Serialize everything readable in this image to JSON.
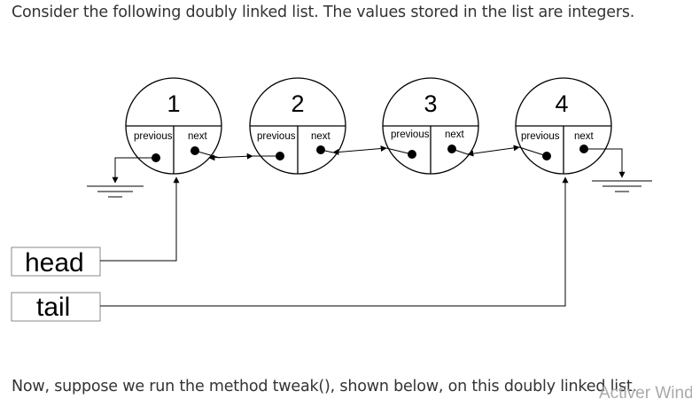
{
  "intro_text": "Consider the following doubly linked list. The values stored in the list are integers.",
  "outro_text": "Now, suppose we run the method tweak(), shown below, on this doubly linked list.",
  "watermark_text": "Activer Wind",
  "nodes": [
    {
      "value": "1",
      "prev_label": "previous",
      "next_label": "next"
    },
    {
      "value": "2",
      "prev_label": "previous",
      "next_label": "next"
    },
    {
      "value": "3",
      "prev_label": "previous",
      "next_label": "next"
    },
    {
      "value": "4",
      "prev_label": "previous",
      "next_label": "next"
    }
  ],
  "pointers": {
    "head_label": "head",
    "tail_label": "tail"
  }
}
